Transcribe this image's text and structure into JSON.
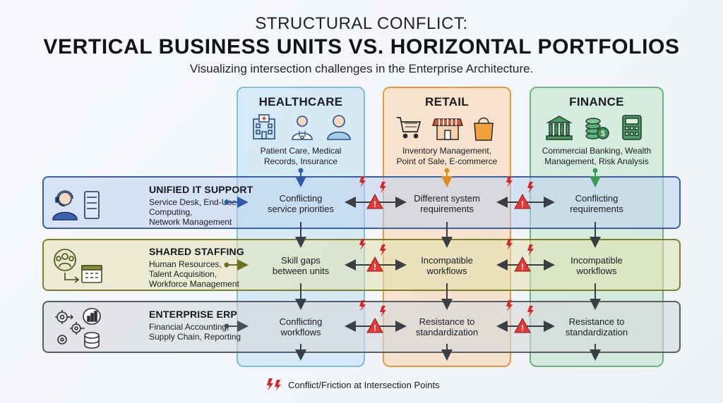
{
  "header": {
    "title_line1": "STRUCTURAL CONFLICT:",
    "title_line2": "VERTICAL BUSINESS UNITS VS. HORIZONTAL PORTFOLIOS",
    "subtitle": "Visualizing intersection challenges in the Enterprise Architecture."
  },
  "columns": [
    {
      "title": "HEALTHCARE",
      "desc_line1": "Patient Care, Medical",
      "desc_line2": "Records, Insurance",
      "icons": [
        "hospital-icon",
        "doctor-icon",
        "patient-icon"
      ],
      "color": "#7fbfdc",
      "arrow_color": "#2e5aa8"
    },
    {
      "title": "RETAIL",
      "desc_line1": "Inventory Management,",
      "desc_line2": "Point of Sale, E-commerce",
      "icons": [
        "shopping-cart-icon",
        "storefront-icon",
        "shopping-bag-icon"
      ],
      "color": "#e69a3f",
      "arrow_color": "#e08a20"
    },
    {
      "title": "FINANCE",
      "desc_line1": "Commercial Banking, Wealth",
      "desc_line2": "Management, Risk Analysis",
      "icons": [
        "bank-icon",
        "coins-icon",
        "calculator-icon"
      ],
      "color": "#6ab481",
      "arrow_color": "#3a9a55"
    }
  ],
  "rows": [
    {
      "title": "UNIFIED IT SUPPORT",
      "desc_lines": [
        "Service Desk, End-User",
        "Computing,",
        "Network Management"
      ],
      "icons": [
        "headset-agent-icon",
        "server-icon"
      ],
      "color": "#3d5fa8",
      "cells": [
        [
          "Conflicting",
          "service priorities"
        ],
        [
          "Different system",
          "requirements"
        ],
        [
          "Conflicting",
          "requirements"
        ]
      ]
    },
    {
      "title": "SHARED STAFFING",
      "desc_lines": [
        "Human Resources,",
        "Talent Acquisition,",
        "Workforce Management"
      ],
      "icons": [
        "team-icon",
        "calendar-icon"
      ],
      "color": "#7f7f2a",
      "cells": [
        [
          "Skill gaps",
          "between units"
        ],
        [
          "Incompatible",
          "workflows"
        ],
        [
          "Incompatible",
          "workflows"
        ]
      ]
    },
    {
      "title": "ENTERPRISE ERP",
      "desc_lines": [
        "Financial Accounting,",
        "Supply Chain, Reporting"
      ],
      "icons": [
        "gears-icon",
        "chart-icon",
        "database-icon"
      ],
      "color": "#5a5e66",
      "cells": [
        [
          "Conflicting",
          "workflows"
        ],
        [
          "Resistance to",
          "standardization"
        ],
        [
          "Resistance to",
          "standardization"
        ]
      ]
    }
  ],
  "legend": {
    "label": "Conflict/Friction at Intersection Points",
    "icon": "lightning-icon"
  },
  "colors": {
    "conflict_red": "#d6262b",
    "warning_red": "#e53935"
  }
}
